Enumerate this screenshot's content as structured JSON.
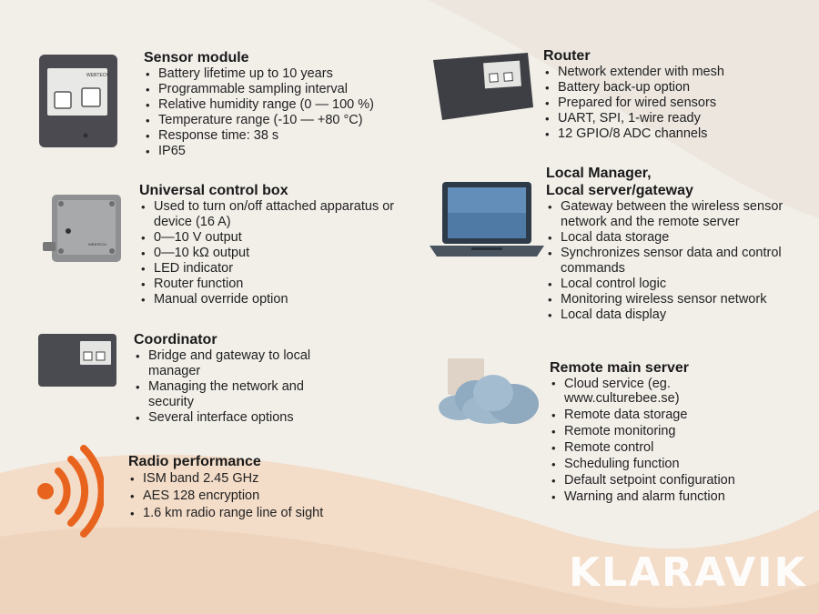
{
  "sensor_module": {
    "title": "Sensor module",
    "items": [
      "Battery lifetime up to 10 years",
      "Programmable sampling interval",
      "Relative humidity range (0 — 100 %)",
      "Temperature range (-10 — +80 °C)",
      "Response time: 38 s",
      "IP65"
    ]
  },
  "router": {
    "title": "Router",
    "items": [
      "Network extender with mesh",
      "Battery back-up option",
      "Prepared for wired sensors",
      "UART, SPI, 1-wire ready",
      "12 GPIO/8 ADC channels"
    ]
  },
  "control_box": {
    "title": "Universal control box",
    "items": [
      "Used to turn on/off attached apparatus or device (16 A)",
      "0—10 V output",
      "0—10 kΩ output",
      "LED indicator",
      "Router function",
      "Manual override option"
    ]
  },
  "local_manager": {
    "title_line1": "Local Manager,",
    "title_line2": "Local server/gateway",
    "items": [
      "Gateway between the wireless sensor network and the remote server",
      "Local data storage",
      "Synchronizes sensor data and control commands",
      "Local control logic",
      "Monitoring wireless sensor network",
      "Local data display"
    ]
  },
  "coordinator": {
    "title": "Coordinator",
    "items": [
      "Bridge and gateway to local manager",
      "Managing the network and security",
      "Several interface options"
    ]
  },
  "remote_server": {
    "title": "Remote main server",
    "items": [
      "Cloud service (eg. www.culturebee.se)",
      "Remote data storage",
      "Remote monitoring",
      "Remote control",
      "Scheduling function",
      "Default setpoint configuration",
      "Warning and alarm function"
    ]
  },
  "radio": {
    "title": "Radio performance",
    "items": [
      "ISM band 2.45 GHz",
      "AES 128 encryption",
      "1.6 km radio range line of sight"
    ]
  },
  "device_brand": "WEBTECH",
  "watermark": "KLARAVIK",
  "colors": {
    "accent_orange": "#e8641e",
    "background": "#f2efe9",
    "wave_peach": "#f3dcc8"
  }
}
